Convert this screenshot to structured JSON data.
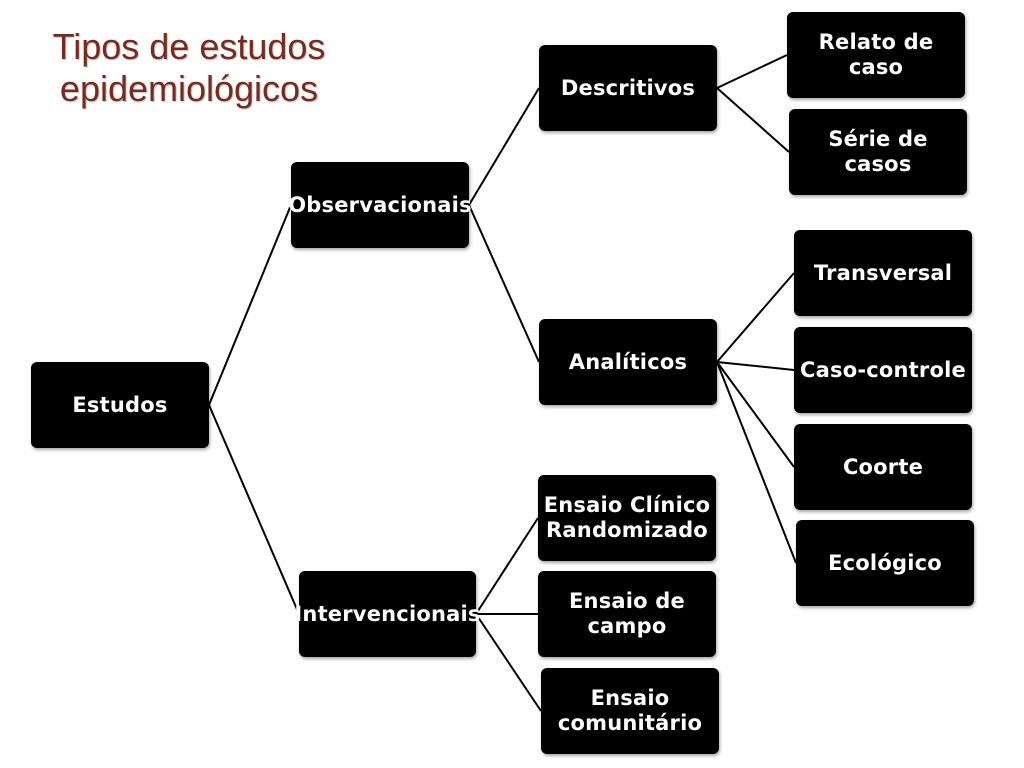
{
  "title": {
    "line1": "Tipos de estudos",
    "line2": "epidemiológicos"
  },
  "nodes": {
    "estudos": "Estudos",
    "observacionais": "Observacionais",
    "intervencionais": "Intervencionais",
    "descritivos": "Descritivos",
    "analiticos": "Analíticos",
    "relato_de_caso": "Relato de caso",
    "serie_de_casos": "Série de casos",
    "transversal": "Transversal",
    "caso_controle": "Caso-controle",
    "coorte": "Coorte",
    "ecologico": "Ecológico",
    "ensaio_clinico": "Ensaio Clínico\nRandomizado",
    "ensaio_de_campo": "Ensaio de\ncampo",
    "ensaio_comunitario": "Ensaio\ncomunitário"
  }
}
